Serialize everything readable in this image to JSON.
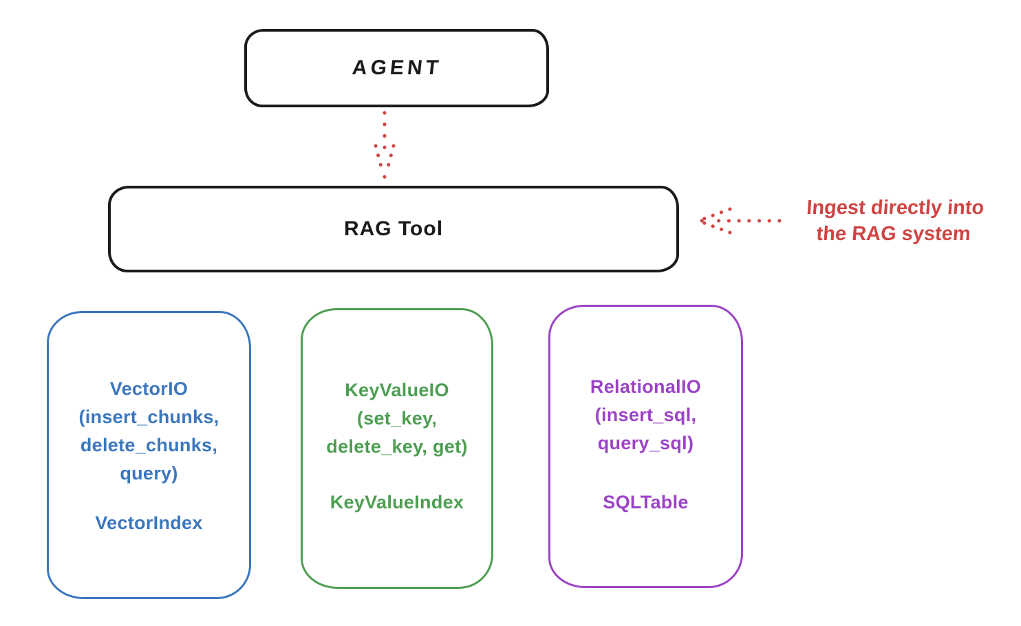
{
  "colors": {
    "ink": "#1b1b1b",
    "accent_red": "#cf4543",
    "vector_blue": "#3b77bd",
    "keyvalue_green": "#4d9e52",
    "relational_purple": "#9c43c6"
  },
  "diagram": {
    "agent_box": {
      "label": "AGENT"
    },
    "rag_tool_box": {
      "label": "RAG Tool"
    },
    "annotation": {
      "line1": "Ingest directly into",
      "line2": "the RAG system",
      "color": "#cf4543"
    },
    "arrows": {
      "agent_to_rag": "dotted-arrow-down",
      "ingest_into_rag": "dotted-arrow-left",
      "color": "#cf4543"
    },
    "io_boxes": [
      {
        "id": "vector-io",
        "color": "#3b77bd",
        "lines": [
          "VectorIO",
          "(insert_chunks,",
          "delete_chunks,",
          "query)"
        ],
        "index_label": "VectorIndex"
      },
      {
        "id": "keyvalue-io",
        "color": "#4d9e52",
        "lines": [
          "KeyValueIO",
          "(set_key,",
          "delete_key, get)"
        ],
        "index_label": "KeyValueIndex"
      },
      {
        "id": "relational-io",
        "color": "#9c43c6",
        "lines": [
          "RelationalIO",
          "(insert_sql,",
          "query_sql)"
        ],
        "index_label": "SQLTable"
      }
    ]
  }
}
